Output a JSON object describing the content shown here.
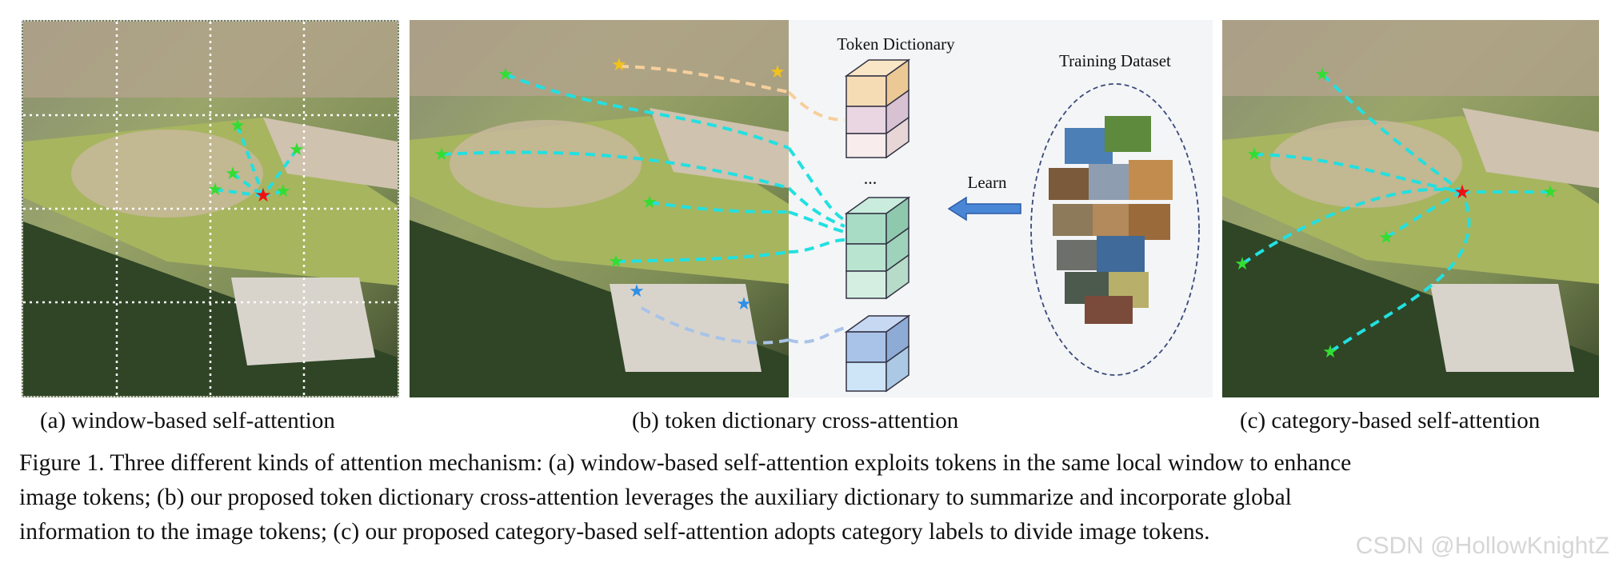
{
  "panels": {
    "a": {
      "caption": "(a) window-based self-attention"
    },
    "b": {
      "caption": "(b) token dictionary cross-attention",
      "token_dictionary_label": "Token Dictionary",
      "training_dataset_label": "Training Dataset",
      "learn_label": "Learn",
      "ellipsis": "..."
    },
    "c": {
      "caption": "(c) category-based self-attention"
    }
  },
  "figure_caption": {
    "line1": "Figure 1. Three different kinds of attention mechanism: (a) window-based self-attention exploits tokens in the same local window to enhance",
    "line2": "image tokens; (b) our proposed token dictionary cross-attention leverages the auxiliary dictionary to summarize and incorporate global",
    "line3": "information to the image tokens; (c) our proposed category-based self-attention adopts category labels to divide image tokens."
  },
  "watermark": "CSDN @HollowKnightZ",
  "colors": {
    "attention_line": "#22e0e0",
    "star_green": "#33dd33",
    "star_red": "#ee1111",
    "star_yellow": "#f3c21a",
    "star_blue": "#2f8fe6",
    "token_orange": "#f6dcb4",
    "token_green": "#a8dcc4",
    "token_blue": "#a9c3e8",
    "arrow": "#4a86d6"
  }
}
